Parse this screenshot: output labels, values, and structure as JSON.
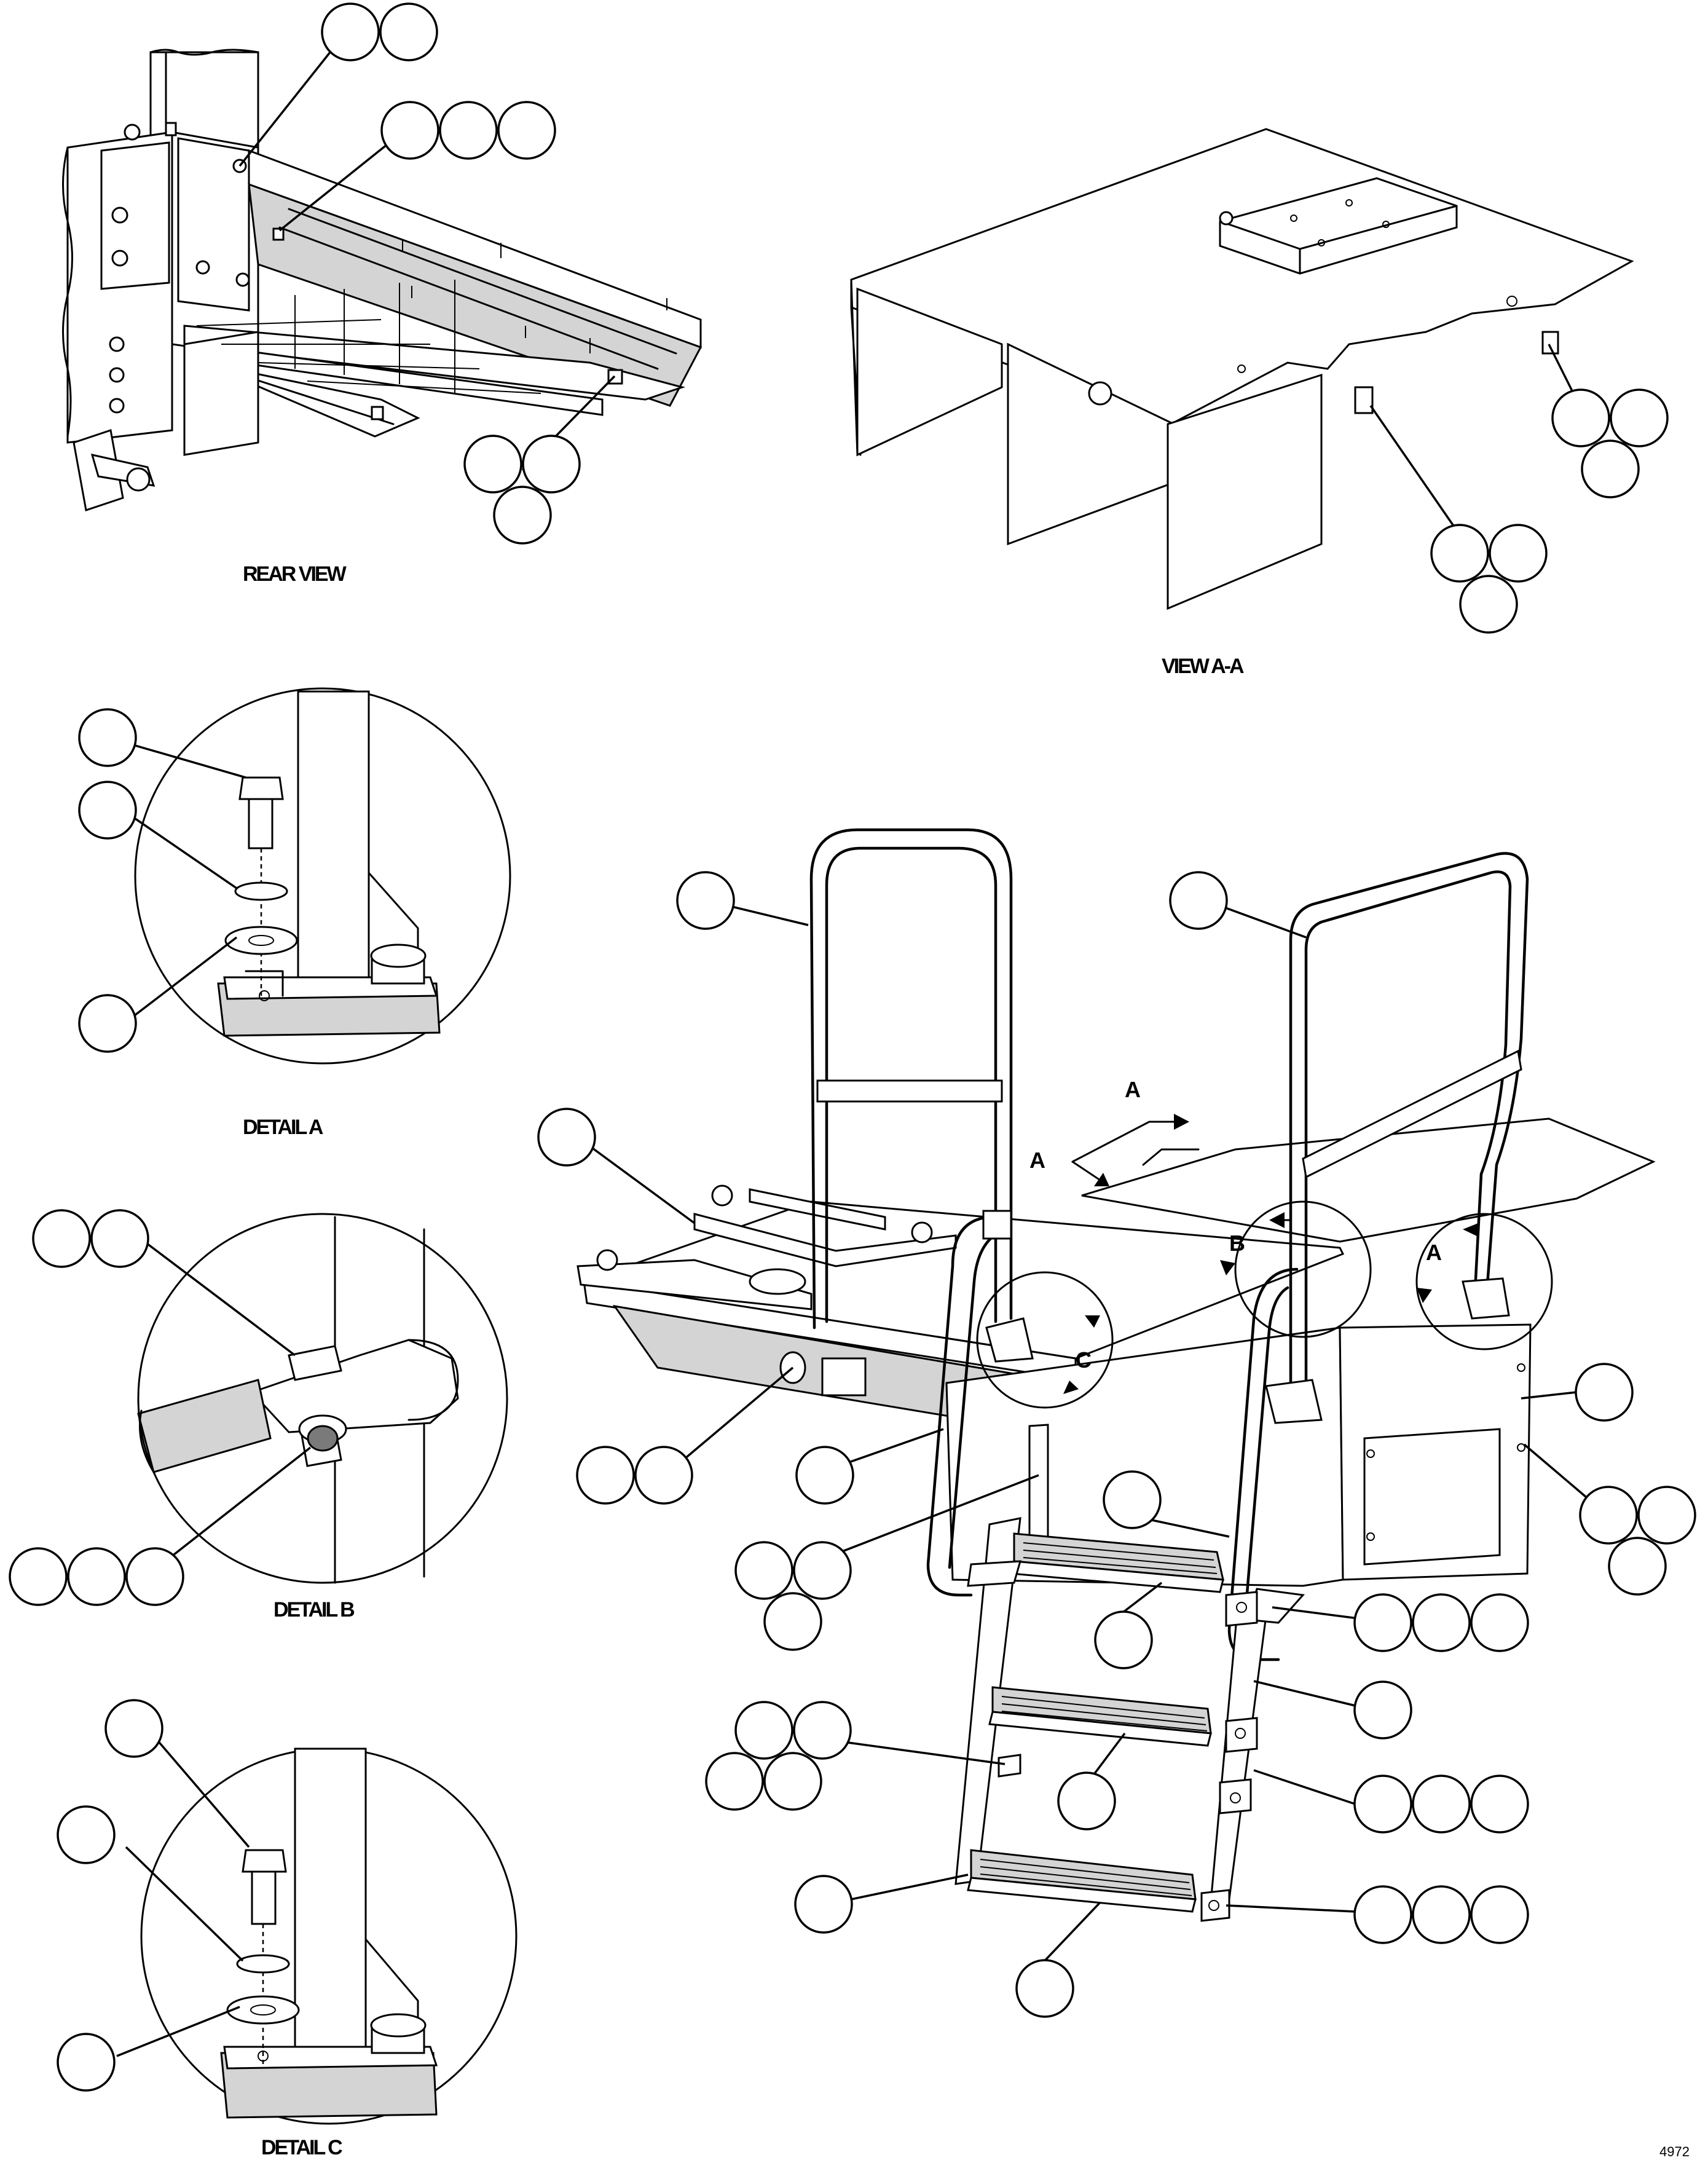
{
  "views": {
    "rear_view": "REAR VIEW",
    "view_aa": "VIEW A-A",
    "detail_a": "DETAIL A",
    "detail_b": "DETAIL B",
    "detail_c": "DETAIL C"
  },
  "markers": {
    "a_top": "A",
    "a_left": "A",
    "b": "B",
    "a_right": "A",
    "c": "C"
  },
  "drawing_ref": "4972",
  "colors": {
    "line": "#000000",
    "paper": "#ffffff",
    "steel": "#d4d4d4",
    "dark": "#7a7a7a"
  }
}
